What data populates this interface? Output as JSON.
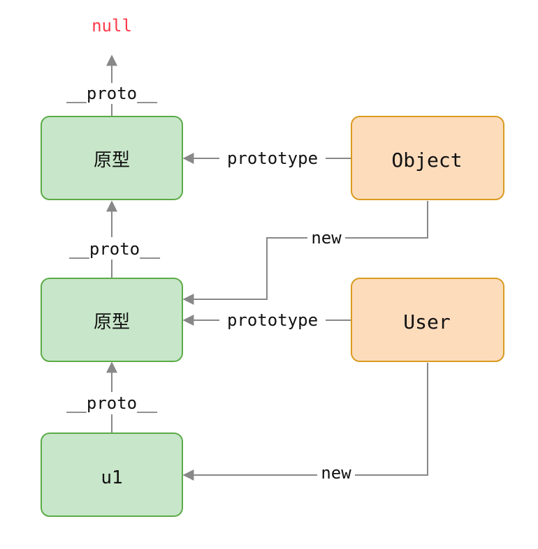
{
  "diagram": {
    "null_label": "null",
    "colors": {
      "null_text": "#ff3b4a",
      "green_fill": "#c8e6c9",
      "green_stroke": "#5bab48",
      "orange_fill": "#fddcbc",
      "orange_stroke": "#d99a1f",
      "arrow": "#888888",
      "text": "#111111"
    },
    "nodes": {
      "prototype_top": {
        "label": "原型"
      },
      "prototype_middle": {
        "label": "原型"
      },
      "u1": {
        "label": "u1"
      },
      "object": {
        "label": "Object"
      },
      "user": {
        "label": "User"
      }
    },
    "edges": {
      "proto_top_to_null": {
        "label": "__proto__"
      },
      "proto_middle_to_top": {
        "label": "__proto__"
      },
      "proto_u1_to_middle": {
        "label": "__proto__"
      },
      "object_prototype": {
        "label": "prototype"
      },
      "user_prototype": {
        "label": "prototype"
      },
      "object_new": {
        "label": "new"
      },
      "user_new": {
        "label": "new"
      }
    }
  }
}
